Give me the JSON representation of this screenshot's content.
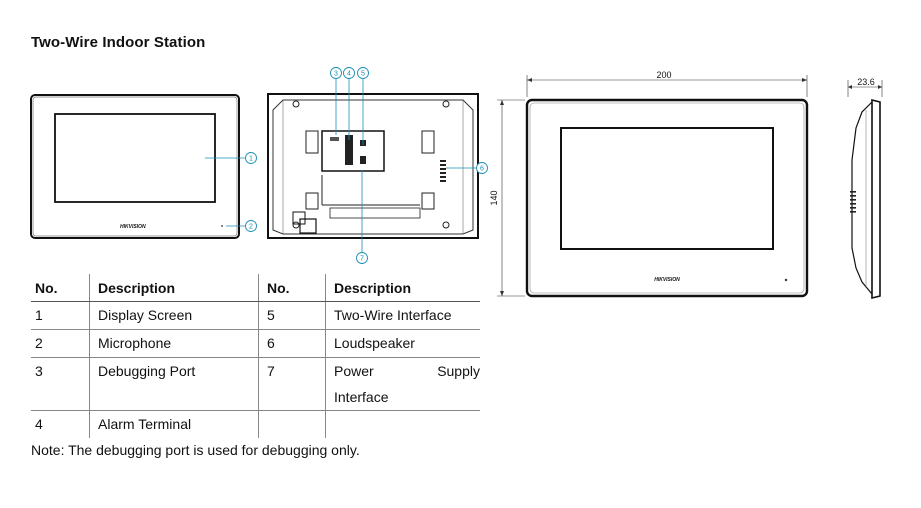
{
  "title": "Two-Wire Indoor Station",
  "callouts": [
    "1",
    "2",
    "3",
    "4",
    "5",
    "6",
    "7"
  ],
  "brand_logo": "HIKVISION",
  "dimensions": {
    "width": "200",
    "height": "140",
    "depth": "23.6"
  },
  "table": {
    "headers": [
      "No.",
      "Description",
      "No.",
      "Description"
    ],
    "rows": [
      {
        "no1": "1",
        "desc1": "Display Screen",
        "no2": "5",
        "desc2": "Two-Wire Interface"
      },
      {
        "no1": "2",
        "desc1": "Microphone",
        "no2": "6",
        "desc2": "Loudspeaker"
      },
      {
        "no1": "3",
        "desc1": "Debugging Port",
        "no2": "7",
        "desc2_a": "Power",
        "desc2_b": "Supply",
        "desc2_c": "Interface"
      },
      {
        "no1": "4",
        "desc1": "Alarm Terminal",
        "no2": "",
        "desc2": ""
      }
    ]
  },
  "note": "Note: The debugging port is used for debugging only."
}
